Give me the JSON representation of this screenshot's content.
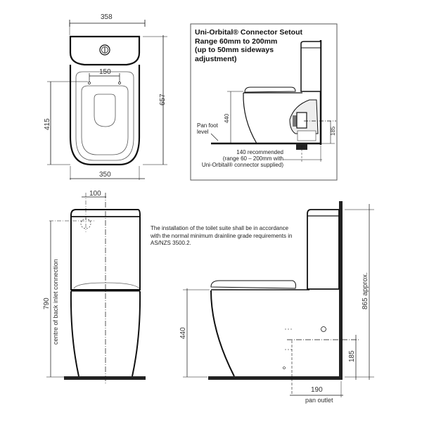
{
  "connector_box": {
    "title_line1": "Uni-Orbital® Connector Setout",
    "title_line2": "Range 60mm to 200mm",
    "title_line3": "(up to 50mm sideways",
    "title_line4": "adjustment)",
    "dim_height": "440",
    "dim_outlet": "185",
    "pan_foot_line1": "Pan foot",
    "pan_foot_line2": "level",
    "recommend_line1": "140 recommended",
    "recommend_line2": "(range 60 – 200mm with",
    "recommend_line3": "Uni-Orbital® connector supplied)"
  },
  "top_view": {
    "dim_width_top": "358",
    "dim_hinge_spacing": "150",
    "dim_depth_total": "657",
    "dim_depth_hinge": "415",
    "dim_width_bottom": "350"
  },
  "front_view": {
    "dim_inlet_offset": "100",
    "dim_height": "790",
    "height_label": "centre of back inlet connection"
  },
  "side_view": {
    "note": "The installation of the toilet suite shall be in accordance with the normal minimum drainline grade requirements in AS/NZS 3500.2.",
    "dim_seat_height": "440",
    "dim_total_height": "865 approx.",
    "dim_outlet_height": "185",
    "dim_pan_outlet": "190",
    "pan_outlet_label": "pan outlet"
  }
}
